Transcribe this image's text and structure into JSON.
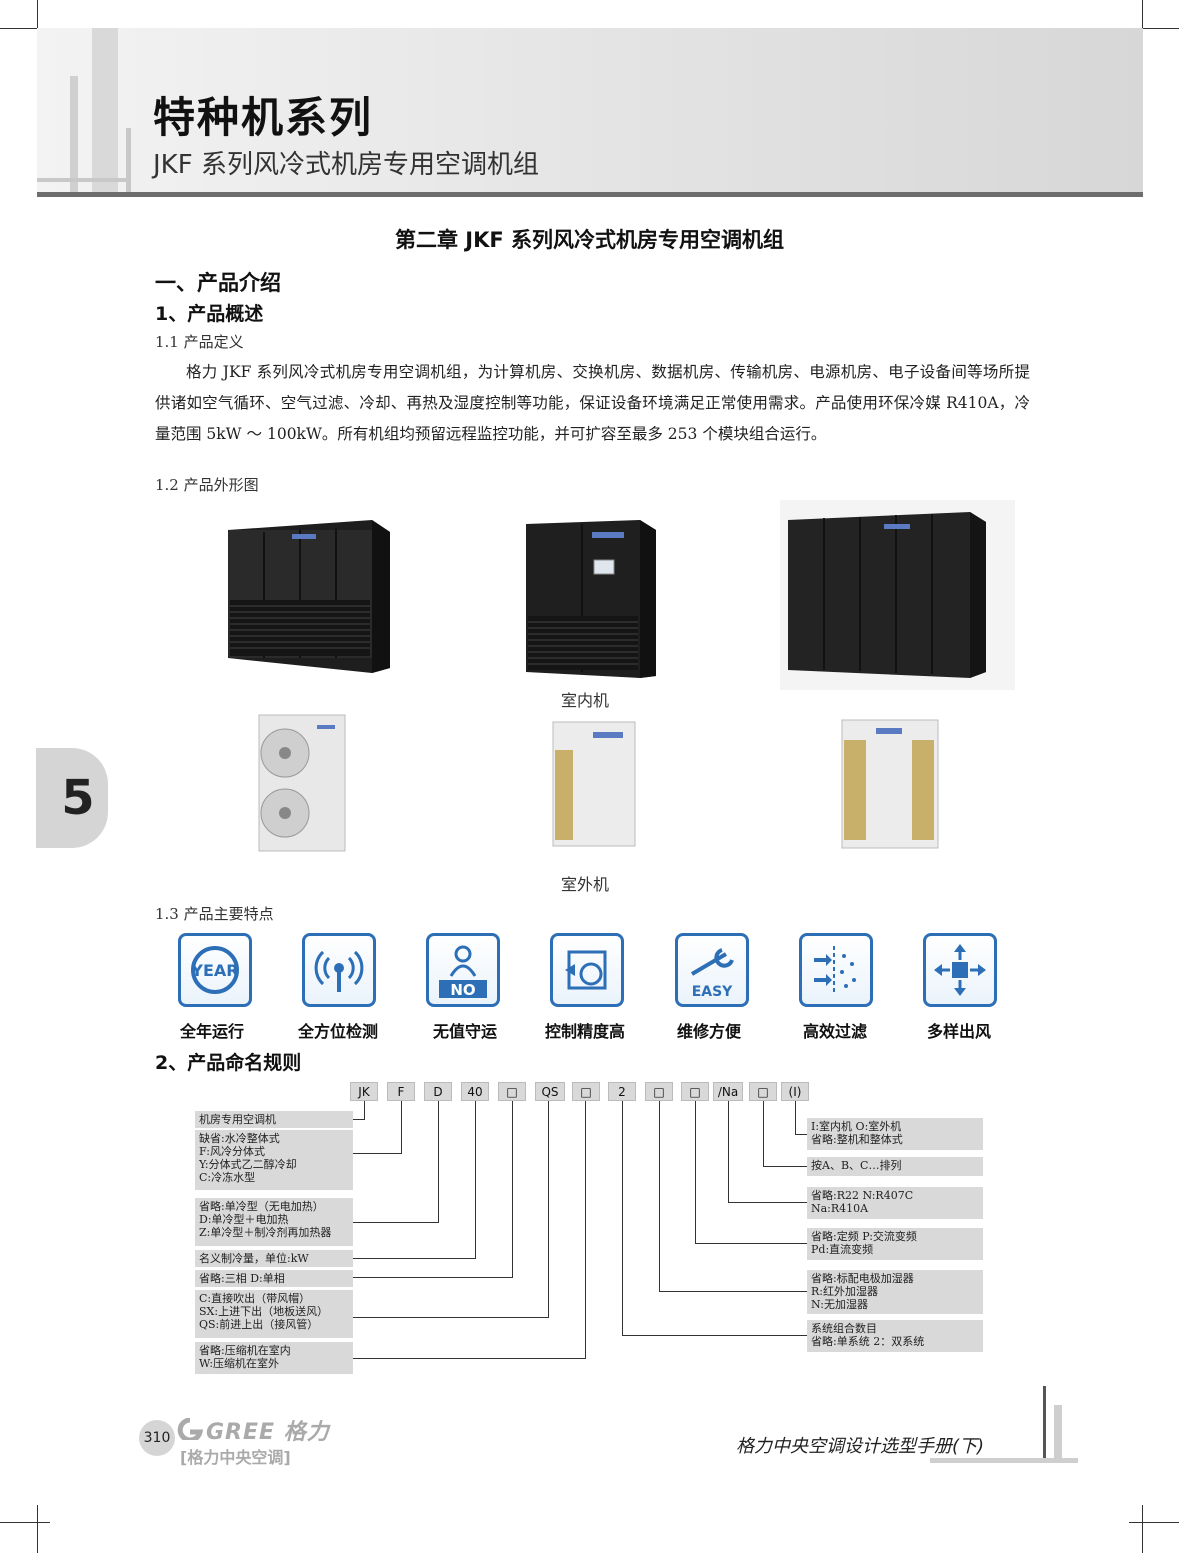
{
  "header": {
    "series_title": "特种机系列",
    "series_subtitle": "JKF 系列风冷式机房专用空调机组"
  },
  "side_tab": {
    "chapter_number": "5"
  },
  "chapter_title": "第二章  JKF 系列风冷式机房专用空调机组",
  "section1": {
    "heading": "一、产品介绍",
    "sub1": "1、产品概述",
    "sec_1_1": "1.1 产品定义",
    "paragraph": "格力 JKF 系列风冷式机房专用空调机组，为计算机房、交换机房、数据机房、传输机房、电源机房、电子设备间等场所提供诸如空气循环、空气过滤、冷却、再热及湿度控制等功能，保证设备环境满足正常使用需求。产品使用环保冷媒 R410A，冷量范围 5kW ～ 100kW。所有机组均预留远程监控功能，并可扩容至最多 253 个模块组合运行。",
    "sec_1_2": "1.2 产品外形图",
    "indoor_caption": "室内机",
    "outdoor_caption": "室外机",
    "sec_1_3": "1.3 产品主要特点"
  },
  "features": [
    {
      "label": "全年运行",
      "icon": "year-icon",
      "icon_text": "YEAR"
    },
    {
      "label": "全方位检测",
      "icon": "signal-icon",
      "icon_text": ""
    },
    {
      "label": "无值守运",
      "icon": "no-person-icon",
      "icon_text": "NO"
    },
    {
      "label": "控制精度高",
      "icon": "target-icon",
      "icon_text": ""
    },
    {
      "label": "维修方便",
      "icon": "wrench-icon",
      "icon_text": "EASY"
    },
    {
      "label": "高效过滤",
      "icon": "filter-icon",
      "icon_text": ""
    },
    {
      "label": "多样出风",
      "icon": "airflow-icon",
      "icon_text": ""
    }
  ],
  "naming": {
    "heading": "2、产品命名规则",
    "codes": [
      "JK",
      "F",
      "D",
      "40",
      "□",
      "QS",
      "□",
      "2",
      "□",
      "□",
      "/Na",
      "□",
      "(I)"
    ],
    "left_boxes": [
      {
        "lines": [
          "机房专用空调机"
        ]
      },
      {
        "lines": [
          "缺省:水冷整体式",
          "F:风冷分体式",
          "Y:分体式乙二醇冷却",
          "C:冷冻水型"
        ]
      },
      {
        "lines": [
          "省略:单冷型（无电加热）",
          "D:单冷型＋电加热",
          "Z:单冷型＋制冷剂再加热器"
        ]
      },
      {
        "lines": [
          "名义制冷量，单位:kW"
        ]
      },
      {
        "lines": [
          "省略:三相 D:单相"
        ]
      },
      {
        "lines": [
          "C:直接吹出（带风帽）",
          "SX:上进下出（地板送风）",
          "QS:前进上出（接风管）"
        ]
      },
      {
        "lines": [
          "省略:压缩机在室内",
          "W:压缩机在室外"
        ]
      }
    ],
    "right_boxes": [
      {
        "lines": [
          "I:室内机 O:室外机",
          "省略:整机和整体式"
        ]
      },
      {
        "lines": [
          "按A、B、C…排列"
        ]
      },
      {
        "lines": [
          "省略:R22 N:R407C",
          "Na:R410A"
        ]
      },
      {
        "lines": [
          "省略:定频 P:交流变频",
          "Pd:直流变频"
        ]
      },
      {
        "lines": [
          "省略:标配电极加湿器",
          "R:红外加湿器",
          "N:无加湿器"
        ]
      },
      {
        "lines": [
          "系统组合数目",
          "省略:单系统 2：双系统"
        ]
      }
    ]
  },
  "footer": {
    "page_number": "310",
    "brand": "GREE 格力",
    "brand_cn": "[格力中央空调]",
    "manual_title": "格力中央空调设计选型手册(下)"
  }
}
